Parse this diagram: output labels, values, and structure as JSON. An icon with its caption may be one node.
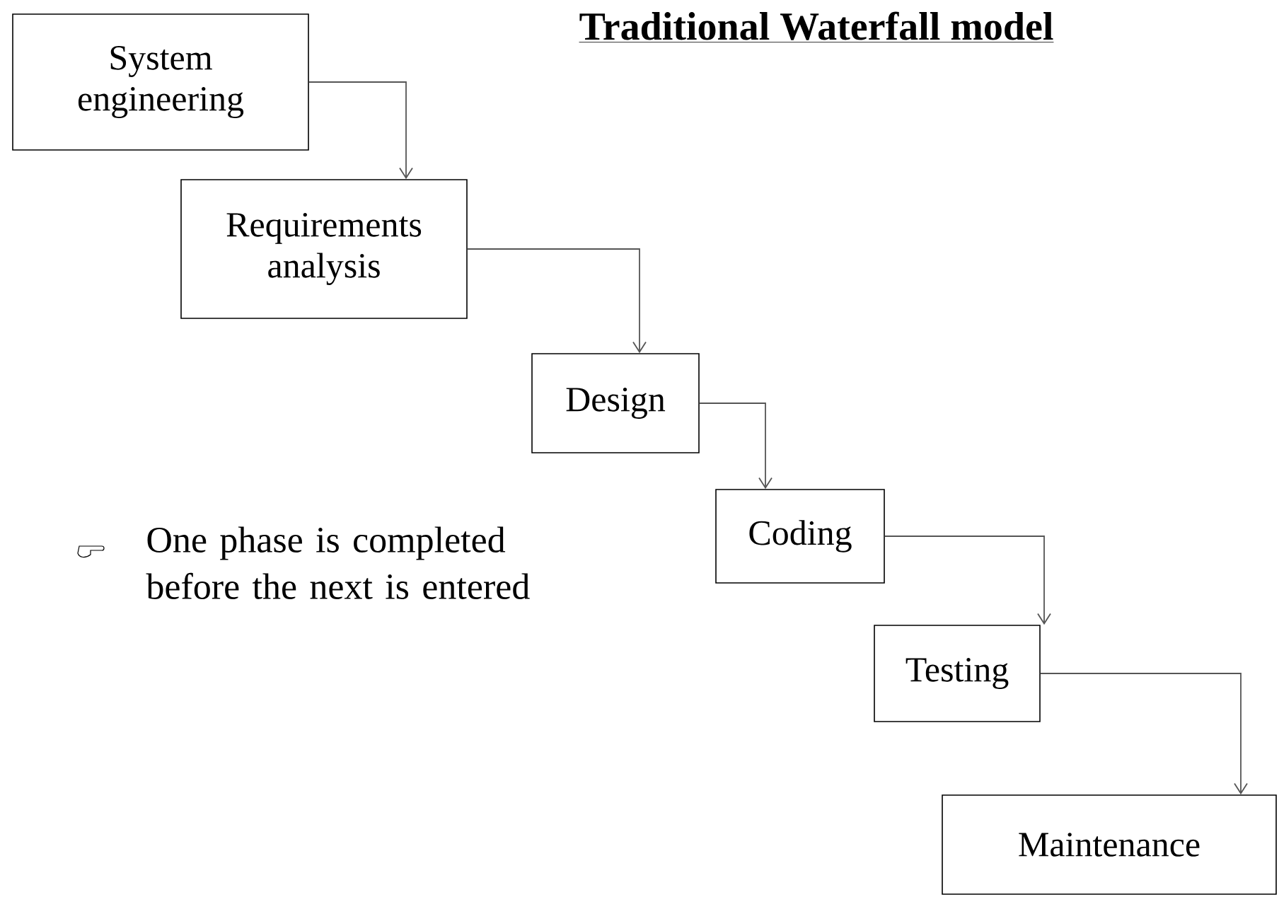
{
  "diagram": {
    "title": "Traditional Waterfall model",
    "nodes": [
      {
        "text": [
          "System engineering"
        ]
      },
      {
        "text": [
          "Requirements analysis"
        ]
      },
      {
        "text": [
          "Design"
        ]
      },
      {
        "text": [
          "Coding"
        ]
      },
      {
        "text": [
          "Testing"
        ]
      },
      {
        "text": [
          "Maintenance"
        ]
      }
    ],
    "edges": [
      {
        "from": 0,
        "to": 1,
        "arrow": "to"
      },
      {
        "from": 1,
        "to": 2,
        "arrow": "to"
      },
      {
        "from": 2,
        "to": 3,
        "arrow": "to"
      },
      {
        "from": 3,
        "to": 4,
        "arrow": "to"
      },
      {
        "from": 4,
        "to": 5,
        "arrow": "to"
      }
    ],
    "labels": [
      "One phase is completed before the next is entered"
    ]
  }
}
